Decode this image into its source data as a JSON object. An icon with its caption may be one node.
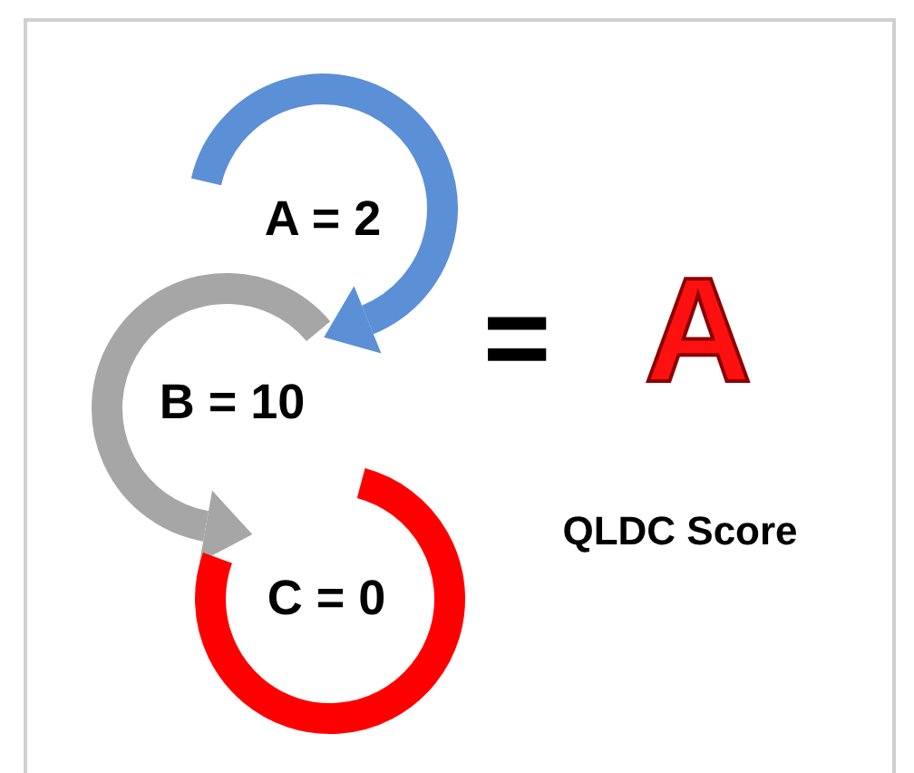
{
  "diagram": {
    "nodes": [
      {
        "text": [
          "A = 2"
        ]
      },
      {
        "text": [
          "B = 10"
        ]
      },
      {
        "text": [
          "C = 0"
        ]
      }
    ],
    "labels": [
      "=",
      "A",
      "QLDC Score"
    ]
  }
}
